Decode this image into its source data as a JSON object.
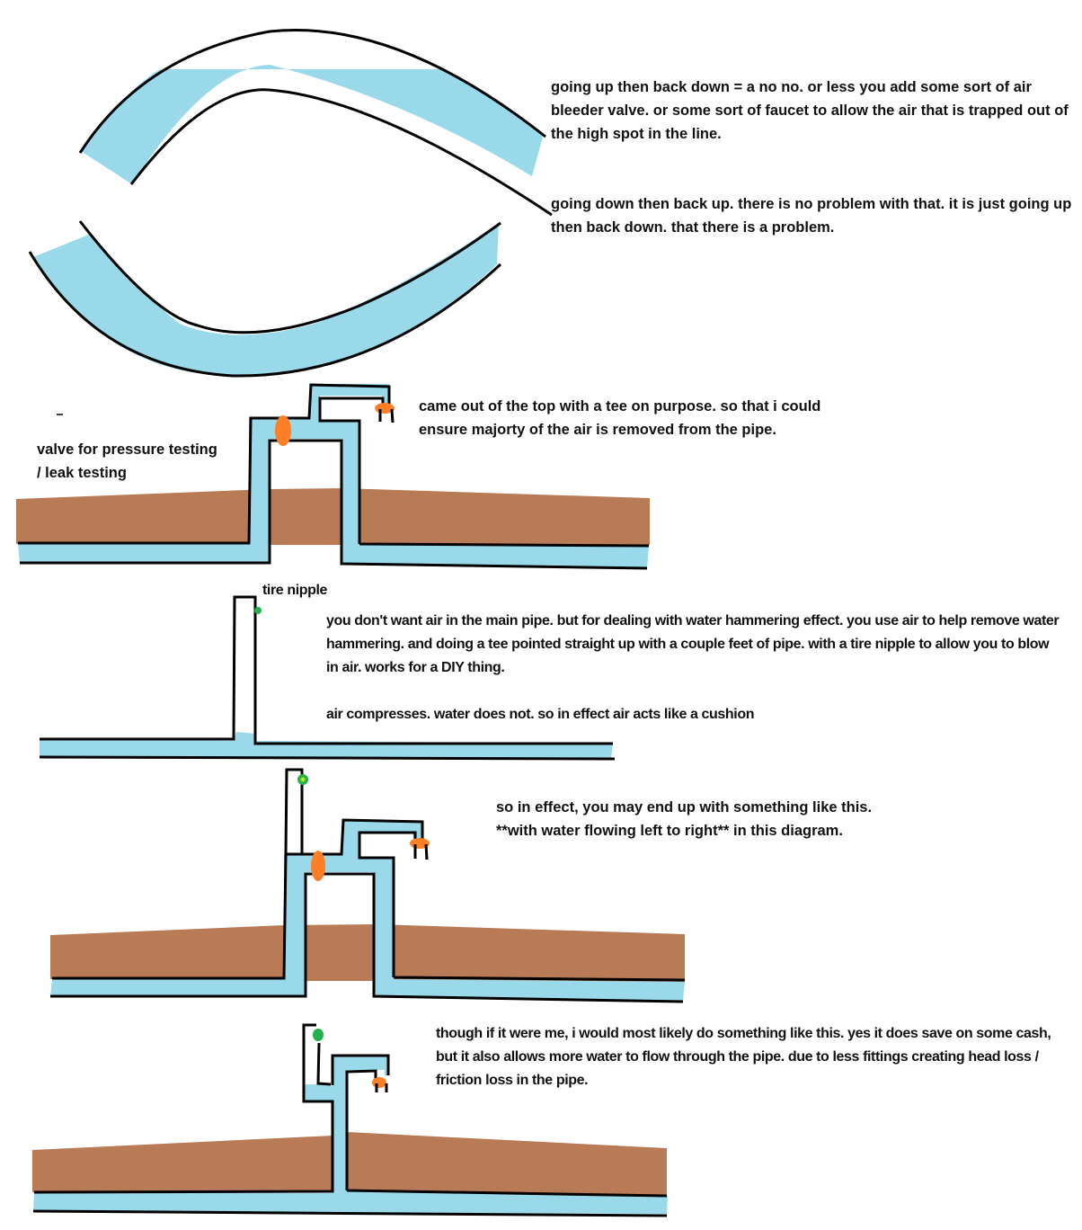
{
  "colors": {
    "water": "#99d9ea",
    "soil": "#b97a56",
    "valve": "#ff7f27",
    "nipple": "#22b14c",
    "nipple_inner": "#b5e61d",
    "outline": "#000000",
    "text": "#111111"
  },
  "notes": {
    "high_spot": "going up then back down = a no no. or less you add some sort of air bleeder valve. or some sort of faucet to allow the air that is trapped out of the high spot in the line.",
    "low_spot": "going down then back up. there is no problem with that. it is just going up then back down. that there is a problem.",
    "valve_label": "valve for pressure testing\n/ leak testing",
    "tee_note": "came out of the top with a tee on purpose. so that i could ensure majorty of the air is removed from the pipe.",
    "tire_nipple_label": "tire nipple",
    "water_hammer": "you don't want air in the main pipe. but for dealing with water hammering effect. you use air to help remove water hammering.  and doing a tee pointed straight up with a couple feet of pipe. with a tire nipple to allow you to blow in air. works for a DIY thing.",
    "air_cushion": "air compresses. water does not. so in effect air acts like a cushion",
    "combined": "so in effect, you may end up with something like this.\n**with water flowing left to right** in this diagram.",
    "preferred": "though if it were me, i would most likely do something like this. yes it does save on some cash, but it also allows more water to flow through the pipe. due to less fittings creating head loss / friction loss in the pipe."
  }
}
